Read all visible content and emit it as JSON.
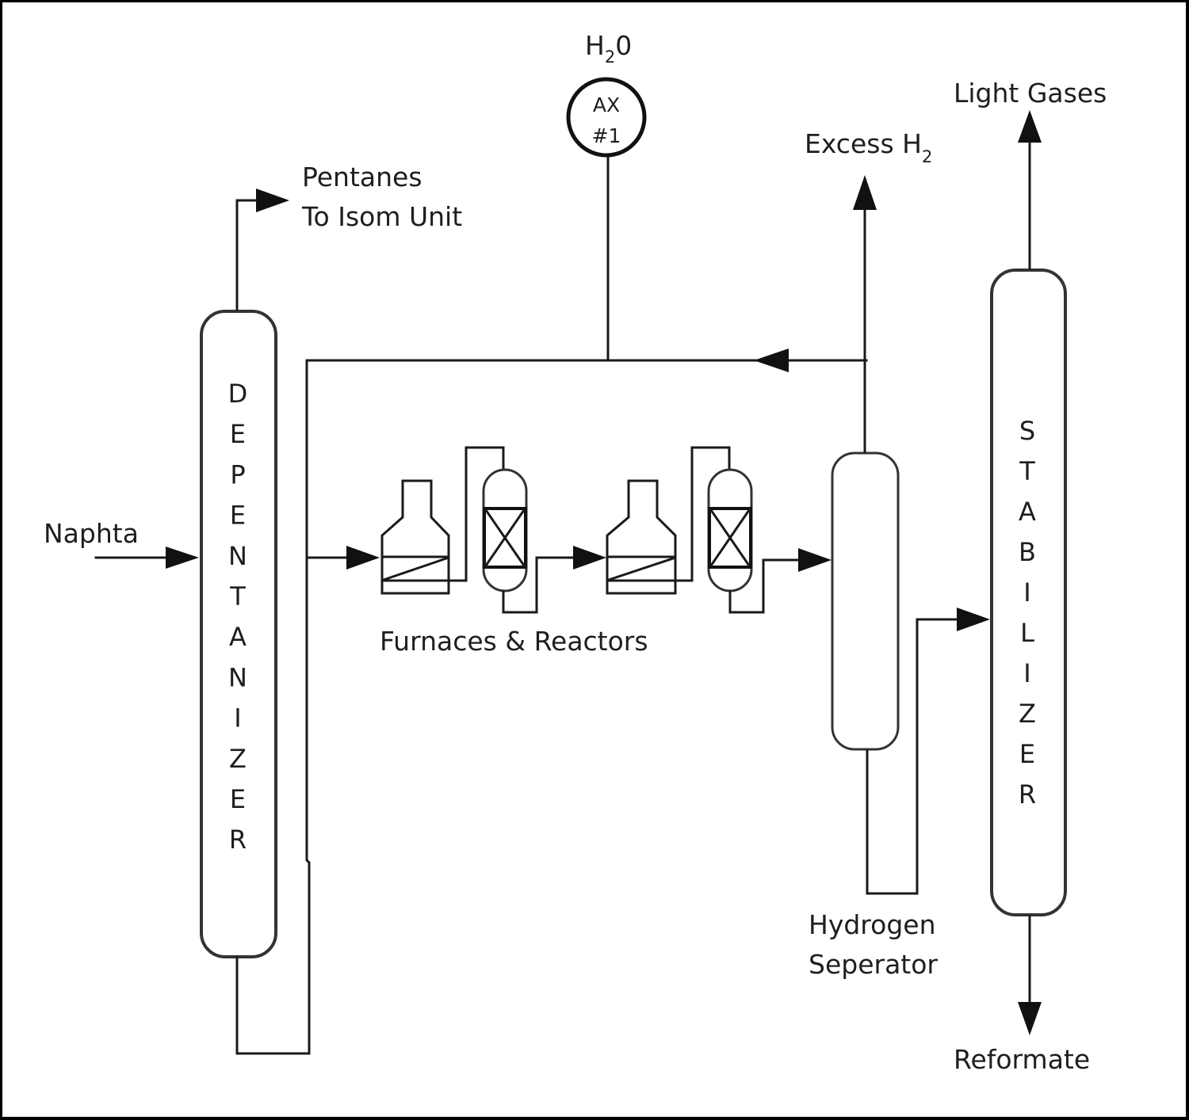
{
  "diagram": {
    "title": "Naphtha Catalytic Reforming Process Flow",
    "equipment": {
      "depentanizer": {
        "label": "DEPENTANIZER"
      },
      "stabilizer": {
        "label": "STABILIZER"
      },
      "analyzer": {
        "line1": "AX",
        "line2": "#1"
      },
      "furnaces_reactors": {
        "label": "Furnaces & Reactors",
        "stages": 2
      },
      "hydrogen_separator": {
        "line1": "Hydrogen",
        "line2": "Seperator"
      }
    },
    "streams": {
      "feed": {
        "label": "Naphta"
      },
      "pentanes": {
        "line1": "Pentanes",
        "line2": "To Isom Unit"
      },
      "water": {
        "base": "H",
        "subscript": "2",
        "suffix": "0"
      },
      "excess_h2": {
        "base": "Excess H",
        "subscript": "2"
      },
      "light_gases": {
        "label": "Light Gases"
      },
      "reformate": {
        "label": "Reformate"
      }
    }
  }
}
